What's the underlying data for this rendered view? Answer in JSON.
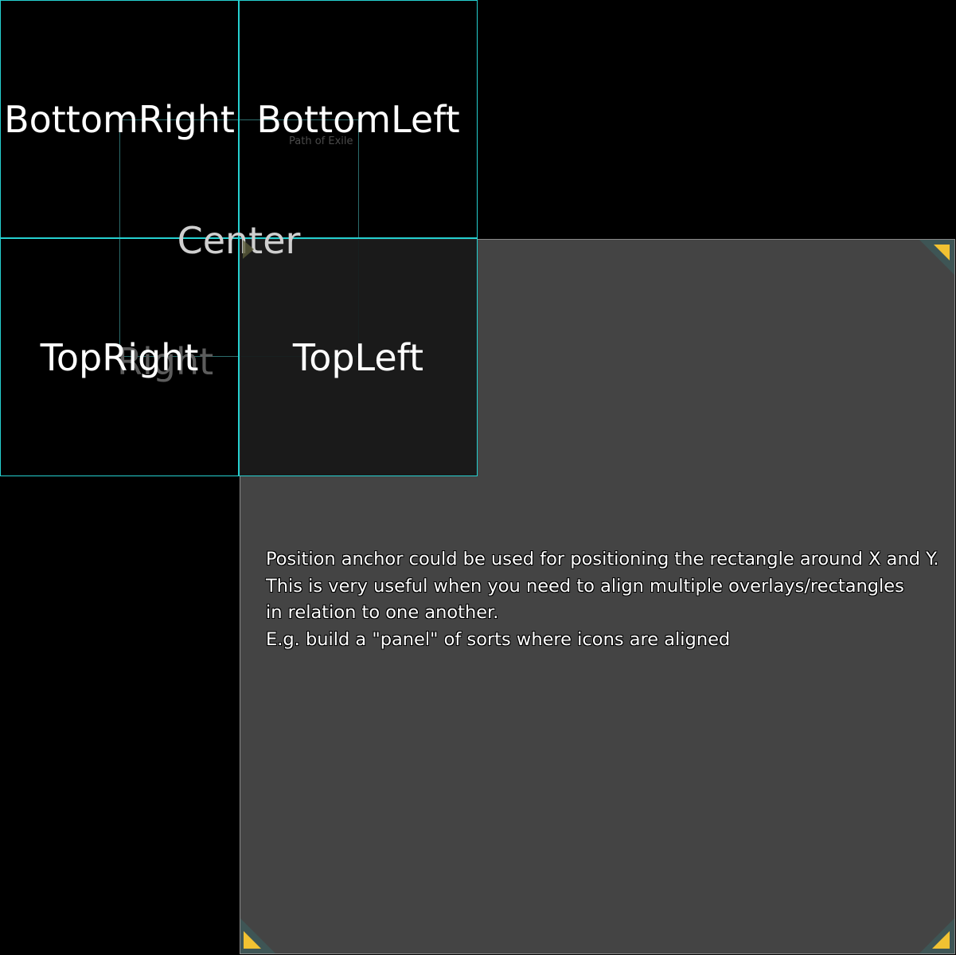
{
  "colors": {
    "panel_bg": "#444444",
    "box_border": "#25d0d0",
    "corner_accent": "#f1c232",
    "text": "#ffffff"
  },
  "anchor_boxes": [
    {
      "label": "BottomRight"
    },
    {
      "label": "BottomLeft"
    },
    {
      "label": "TopRight"
    },
    {
      "label": "TopLeft"
    }
  ],
  "center_label": "Center",
  "ghost_label": "Right",
  "faint_title": "Path of Exile",
  "description": [
    "Position anchor could be used for positioning the rectangle around X and Y.",
    "This is very useful when you need to align multiple overlays/rectangles",
    "in relation to one another.",
    "E.g. build a \"panel\" of sorts where icons are aligned"
  ],
  "icons": [
    "corner-triangle-icon",
    "center-arrow-icon"
  ]
}
